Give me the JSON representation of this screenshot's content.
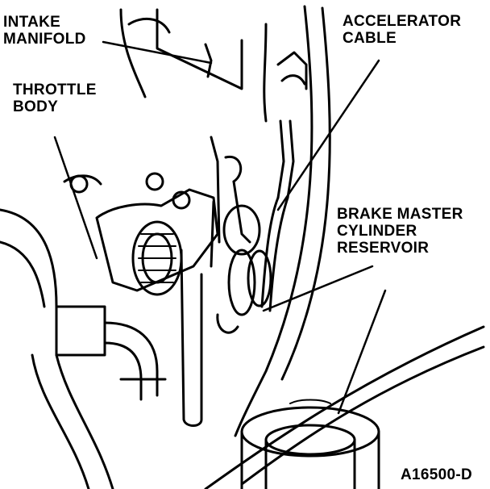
{
  "labels": {
    "intake_manifold": [
      "INTAKE",
      "MANIFOLD"
    ],
    "throttle_body": [
      "THROTTLE",
      "BODY"
    ],
    "accelerator_cable": [
      "ACCELERATOR",
      "CABLE"
    ],
    "brake_master_cylinder_reservoir": [
      "BRAKE MASTER",
      "CYLINDER",
      "RESERVOIR"
    ]
  },
  "figure_id": "A16500-D",
  "colors": {
    "ink": "#000000",
    "paper": "#ffffff"
  }
}
